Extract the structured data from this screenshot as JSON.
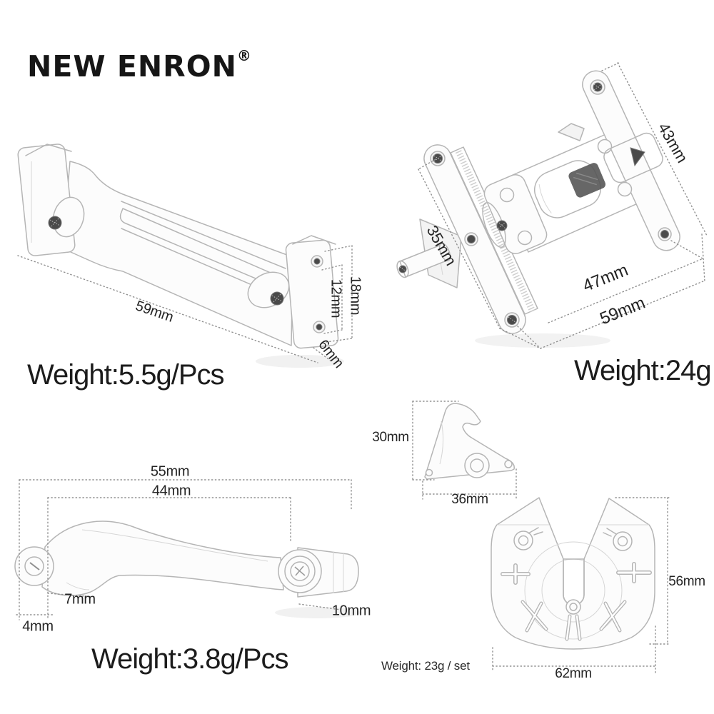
{
  "brand": {
    "name": "NEW ENRON",
    "registered": "®"
  },
  "parts": {
    "steering_brace": {
      "dim_length": "59mm",
      "dim_hole_spacing": "12mm",
      "dim_height": "18mm",
      "dim_thickness": "6mm",
      "weight": "Weight:5.5g/Pcs"
    },
    "servo_mount": {
      "dim_height": "43mm",
      "dim_side": "35mm",
      "dim_width_inner": "47mm",
      "dim_width_outer": "59mm",
      "weight": "Weight:24g"
    },
    "hook_bracket": {
      "dim_height": "30mm",
      "dim_width": "36mm"
    },
    "drag_link": {
      "dim_overall": "55mm",
      "dim_inner": "44mm",
      "dim_foot": "7mm",
      "dim_end": "4mm",
      "dim_barrel": "10mm",
      "weight": "Weight:3.8g/Pcs"
    },
    "motor_plate": {
      "dim_height": "56mm",
      "dim_width": "62mm",
      "weight": "Weight: 23g / set"
    }
  }
}
